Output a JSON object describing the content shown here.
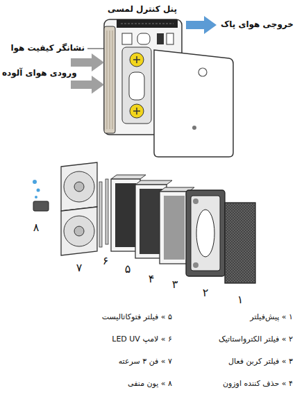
{
  "diagram": {
    "labels": [
      "پنل کنترل لمسی",
      "نشانگر کیفیت هوا",
      "خروجی هوای پاک",
      "ورودی هوای آلوده",
      "۸",
      "۷",
      "۶",
      "۵",
      "۴",
      "۳",
      "۲",
      "۱",
      "۱ » پیش‌فیلتر",
      "۲ » فیلتر الکترواستاتیک",
      "۳ » فیلتر کربن فعال",
      "۴ » حذف کننده اوزون",
      "۵ » فیلتر فتوکاتالیست",
      "۶ » لامپ LED UV",
      "۷ » فن ۳ سرعته",
      "۸ » یون منفی"
    ]
  }
}
